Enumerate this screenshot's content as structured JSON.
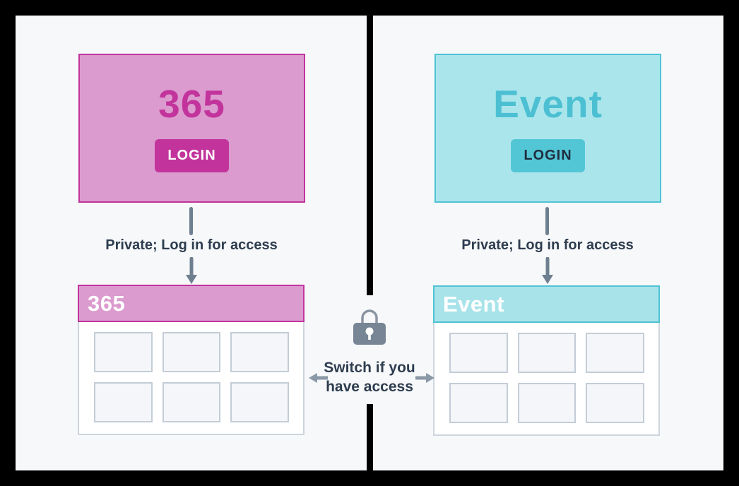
{
  "left_flow": {
    "site_title": "365",
    "login_button": "LOGIN",
    "arrow_label": "Private; Log in for access",
    "window_title": "365",
    "accent_color": "#c2349c",
    "fill_color": "#db9bce",
    "tile_count": 6
  },
  "right_flow": {
    "site_title": "Event",
    "login_button": "LOGIN",
    "arrow_label": "Private; Log in for access",
    "window_title": "Event",
    "accent_color": "#4fc3d4",
    "fill_color": "#abe5ec",
    "tile_count": 6
  },
  "divider": {
    "switch_label_line1": "Switch if you",
    "switch_label_line2": "have access",
    "lock_icon": "lock",
    "arrow_color": "#6e7f8f",
    "text_color": "#2e3d4f"
  }
}
